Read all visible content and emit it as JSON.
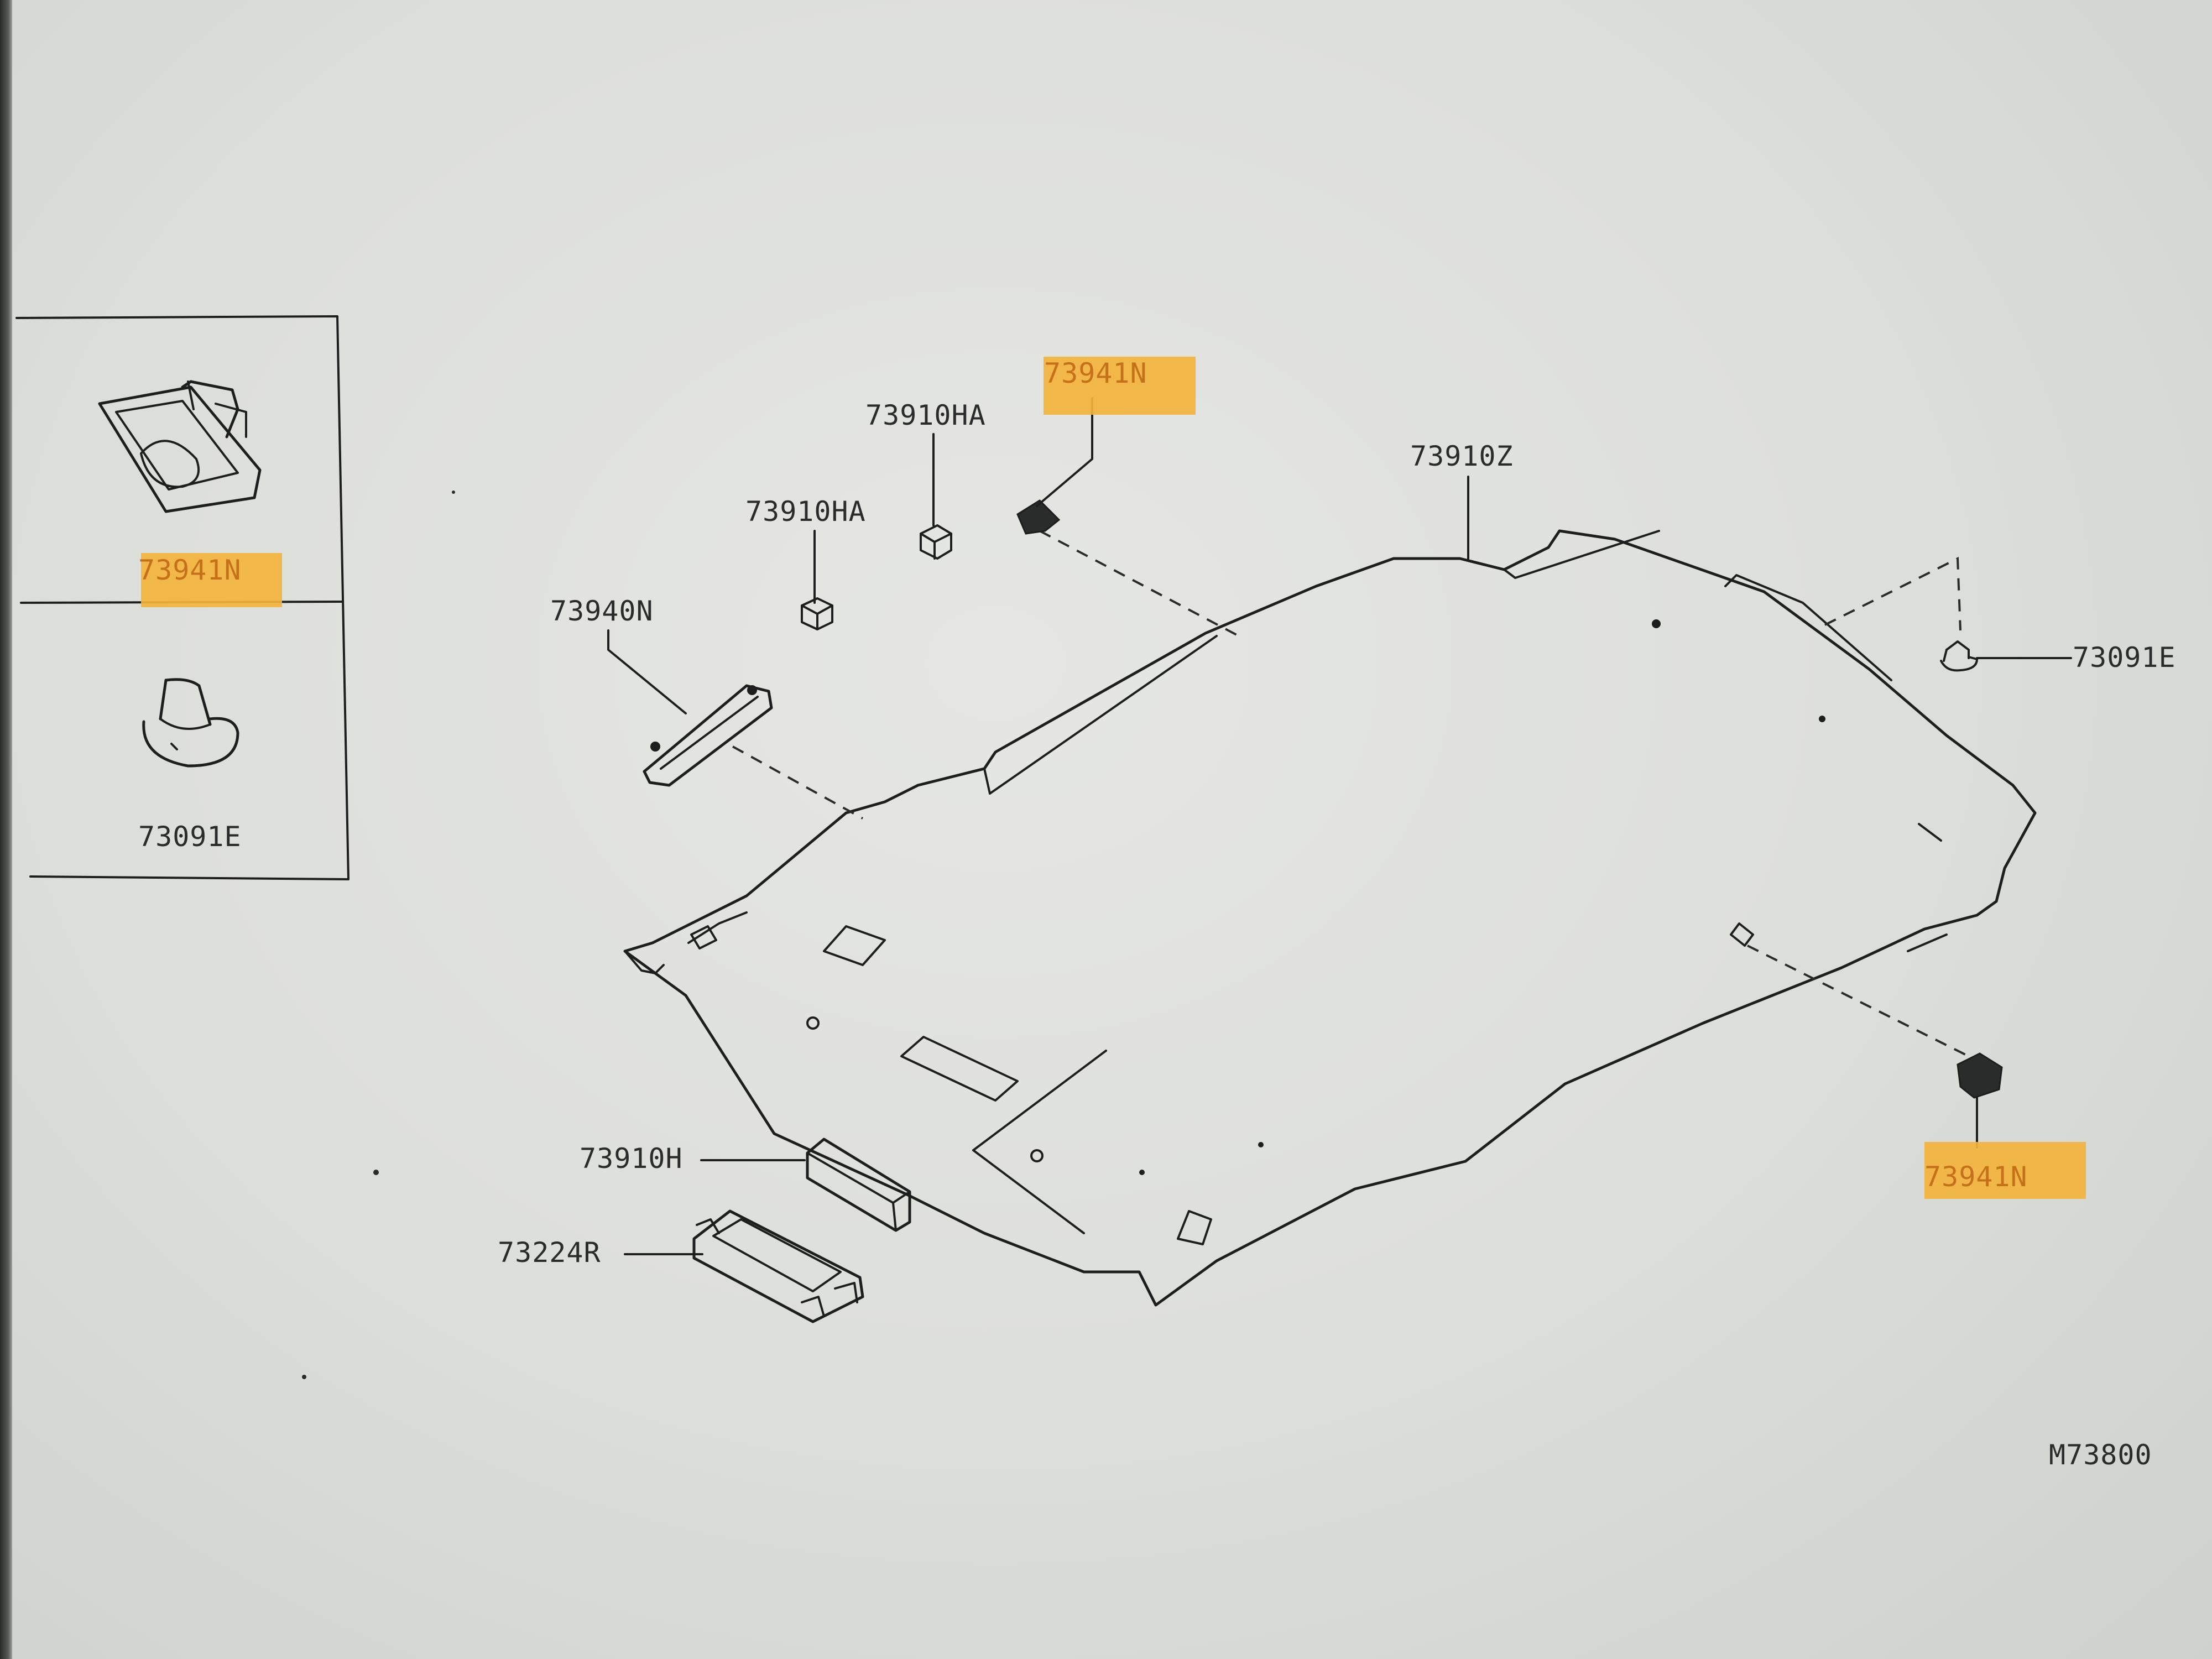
{
  "diagram": {
    "code": "M73800",
    "legend": {
      "upper_part": "73941N",
      "lower_part": "73091E"
    },
    "callouts": {
      "clip_top": "73941N",
      "sunvisor_holder_a": "73910HA",
      "sunvisor_holder_b": "73910HA",
      "headlining": "73910Z",
      "assist_grip": "73940N",
      "clip_rear": "73091E",
      "clip_bottom_right": "73941N",
      "sunvisor_holder": "73910H",
      "map_lamp": "73224R"
    },
    "highlight_color": "#f2b33c"
  }
}
